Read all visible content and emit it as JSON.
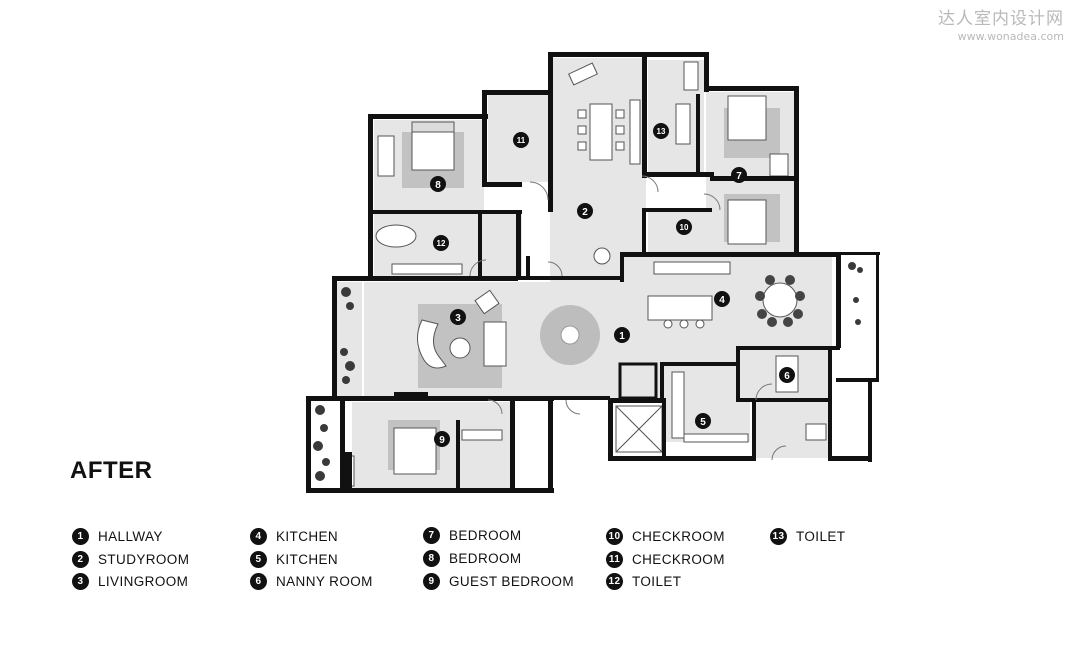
{
  "watermark": {
    "line1": "达人室内设计网",
    "line2": "www.wonadea.com"
  },
  "title": "AFTER",
  "legend": [
    {
      "num": "1",
      "label": "HALLWAY"
    },
    {
      "num": "2",
      "label": "STUDYROOM"
    },
    {
      "num": "3",
      "label": "LIVINGROOM"
    },
    {
      "num": "4",
      "label": "KITCHEN"
    },
    {
      "num": "5",
      "label": "KITCHEN"
    },
    {
      "num": "6",
      "label": "NANNY ROOM"
    },
    {
      "num": "7",
      "label": "BEDROOM"
    },
    {
      "num": "8",
      "label": "BEDROOM"
    },
    {
      "num": "9",
      "label": "GUEST BEDROOM"
    },
    {
      "num": "10",
      "label": "CHECKROOM"
    },
    {
      "num": "11",
      "label": "CHECKROOM"
    },
    {
      "num": "12",
      "label": "TOILET"
    },
    {
      "num": "13",
      "label": "TOILET"
    }
  ],
  "plan_markers": [
    "1",
    "2",
    "3",
    "4",
    "5",
    "6",
    "7",
    "8",
    "9",
    "10",
    "11",
    "12",
    "13"
  ],
  "colors": {
    "wall": "#111111",
    "floor": "#e6e6e6",
    "rug": "#bdbdbd",
    "furniture": "#ffffff",
    "planting": "#3a3a3a"
  }
}
